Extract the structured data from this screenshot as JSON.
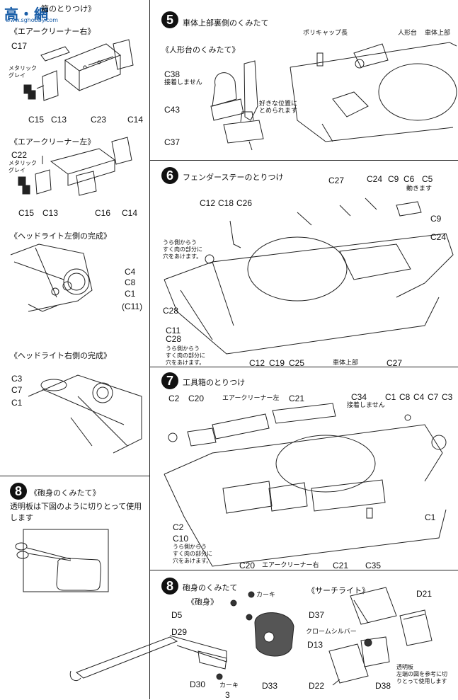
{
  "watermark": {
    "text": "高・網",
    "url": "www.sghobby.com"
  },
  "left": {
    "tool_box_title": "箱のとりつけ》",
    "air_right_title": "《エアークリーナー右》",
    "air_left_title": "《エアークリーナー左》",
    "headlight_left_title": "《ヘッドライト左側の完成》",
    "headlight_right_title": "《ヘッドライト右側の完成》",
    "metallic_gray": "メタリック\nグレイ",
    "ar_labels": {
      "c17": "C17",
      "c15": "C15",
      "c13": "C13",
      "c23": "C23",
      "c14": "C14"
    },
    "al_labels": {
      "c22": "C22",
      "c15": "C15",
      "c13": "C13",
      "c16": "C16",
      "c14": "C14"
    },
    "hl_labels": {
      "c4": "C4",
      "c8": "C8",
      "c1": "C1",
      "c11": "(C11)"
    },
    "hr_labels": {
      "c3": "C3",
      "c7": "C7",
      "c1": "C1"
    },
    "step8_num": "8",
    "step8_title": "《砲身のくみたて》",
    "step8_text": "透明板は下図のように切りとって使用します"
  },
  "step5": {
    "num": "5",
    "title": "車体上部裏側のくみたて",
    "sub": "《人形台のくみたて》",
    "c38": "C38",
    "c38_note": "接着しません",
    "c43": "C43",
    "c37": "C37",
    "note_pos": "好きな位置に\nとめられます",
    "polycap": "ポリキャップ長",
    "figure_stand": "人形台",
    "upper_hull": "車体上部"
  },
  "step6": {
    "num": "6",
    "title": "フェンダーステーのとりつけ",
    "c27a": "C27",
    "c24a": "C24",
    "c9a": "C9",
    "c6": "C6",
    "c5": "C5",
    "movable": "動きます",
    "c9b": "C9",
    "c12a": "C12",
    "c18": "C18",
    "c26": "C26",
    "c24b": "C24",
    "hole_note1": "うら側からう\nすく肉の部分に\n穴をあけます。",
    "c28a": "C28",
    "c11": "C11",
    "c28b": "C28",
    "hole_note2": "うら側からう\nすく肉の部分に\n穴をあけます。",
    "c12b": "C12",
    "c19": "C19",
    "c25": "C25",
    "upper_hull": "車体上部",
    "c27b": "C27"
  },
  "step7": {
    "num": "7",
    "title": "工具箱のとりつけ",
    "c2a": "C2",
    "c20a": "C20",
    "air_left": "エアークリーナー左",
    "c21a": "C21",
    "c34": "C34",
    "c34_note": "接着しません",
    "c1a": "C1",
    "c8": "C8",
    "c4": "C4",
    "c7": "C7",
    "c3": "C3",
    "c1b": "C1",
    "c2b": "C2",
    "c10": "C10",
    "hole_note": "うら側からう\nすく肉の部分に\n穴をあけます。",
    "c20b": "C20",
    "air_right": "エアークリーナー右",
    "c21b": "C21",
    "c35": "C35"
  },
  "step8": {
    "num": "8",
    "title": "砲身のくみたて",
    "sub_barrel": "《砲身》",
    "sub_search": "《サーチライト》",
    "khaki1": "カーキ",
    "khaki2": "カーキ",
    "d5": "D5",
    "d29": "D29",
    "d30": "D30",
    "d33": "D33",
    "d37": "D37",
    "chrome": "クロームシルバー",
    "d13": "D13",
    "d21": "D21",
    "d22": "D22",
    "d38": "D38",
    "clear_note": "透明板\n左端の図を参考に切\nりとって使用します"
  },
  "page_number": "3"
}
